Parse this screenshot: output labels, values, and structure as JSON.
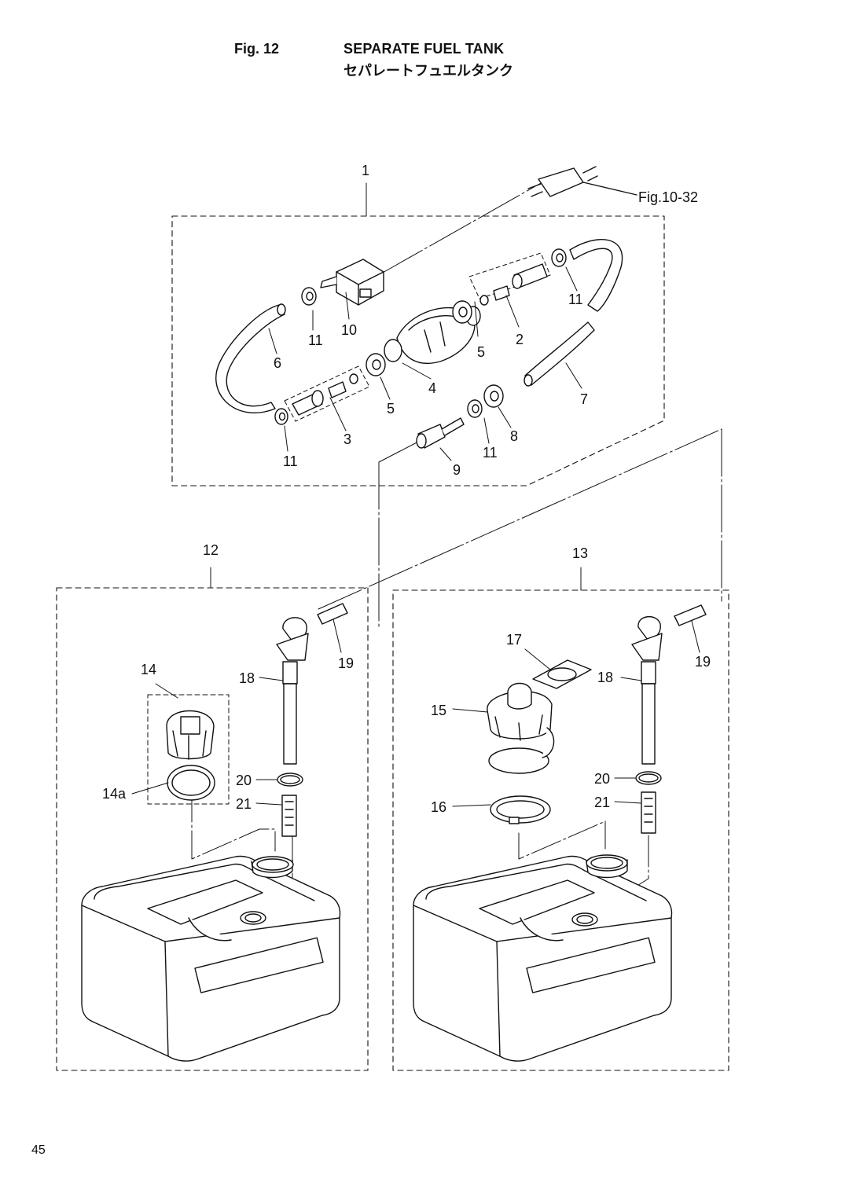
{
  "header": {
    "figure_number": "Fig. 12",
    "title": "SEPARATE FUEL TANK",
    "subtitle": "セパレートフュエルタンク"
  },
  "page_number": "45",
  "reference": "Fig.10-32",
  "callouts": {
    "c1": "1",
    "c2": "2",
    "c3": "3",
    "c4": "4",
    "c5a": "5",
    "c5b": "5",
    "c6": "6",
    "c7": "7",
    "c8": "8",
    "c9": "9",
    "c10": "10",
    "c11a": "11",
    "c11b": "11",
    "c11c": "11",
    "c11d": "11",
    "c12": "12",
    "c13": "13",
    "c14": "14",
    "c14a": "14a",
    "c15": "15",
    "c16": "16",
    "c17": "17",
    "c18a": "18",
    "c18b": "18",
    "c19a": "19",
    "c19b": "19",
    "c20a": "20",
    "c20b": "20",
    "c21a": "21",
    "c21b": "21"
  }
}
